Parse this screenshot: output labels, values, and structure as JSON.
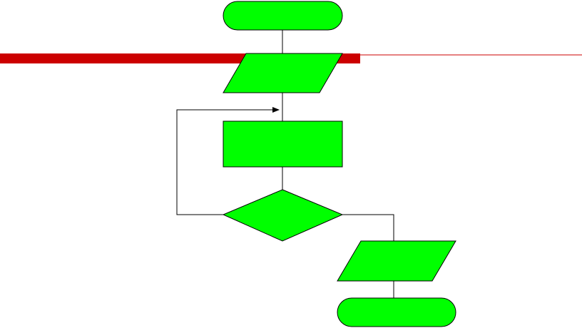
{
  "colors": {
    "shape_fill": "#00ff00",
    "shape_stroke": "#000000",
    "connector": "#000000",
    "accent_bar": "#cc0000",
    "background": "#ffffff"
  },
  "diagram": {
    "type": "flowchart",
    "nodes": [
      {
        "id": "start",
        "shape": "terminator",
        "label": ""
      },
      {
        "id": "input",
        "shape": "parallelogram",
        "label": ""
      },
      {
        "id": "process",
        "shape": "rectangle",
        "label": ""
      },
      {
        "id": "decision",
        "shape": "diamond",
        "label": ""
      },
      {
        "id": "output",
        "shape": "parallelogram",
        "label": ""
      },
      {
        "id": "end",
        "shape": "terminator",
        "label": ""
      }
    ],
    "edges": [
      {
        "from": "start",
        "to": "input"
      },
      {
        "from": "input",
        "to": "process"
      },
      {
        "from": "process",
        "to": "decision"
      },
      {
        "from": "decision",
        "to": "process",
        "kind": "loop-back"
      },
      {
        "from": "decision",
        "to": "output"
      },
      {
        "from": "output",
        "to": "end"
      }
    ]
  }
}
